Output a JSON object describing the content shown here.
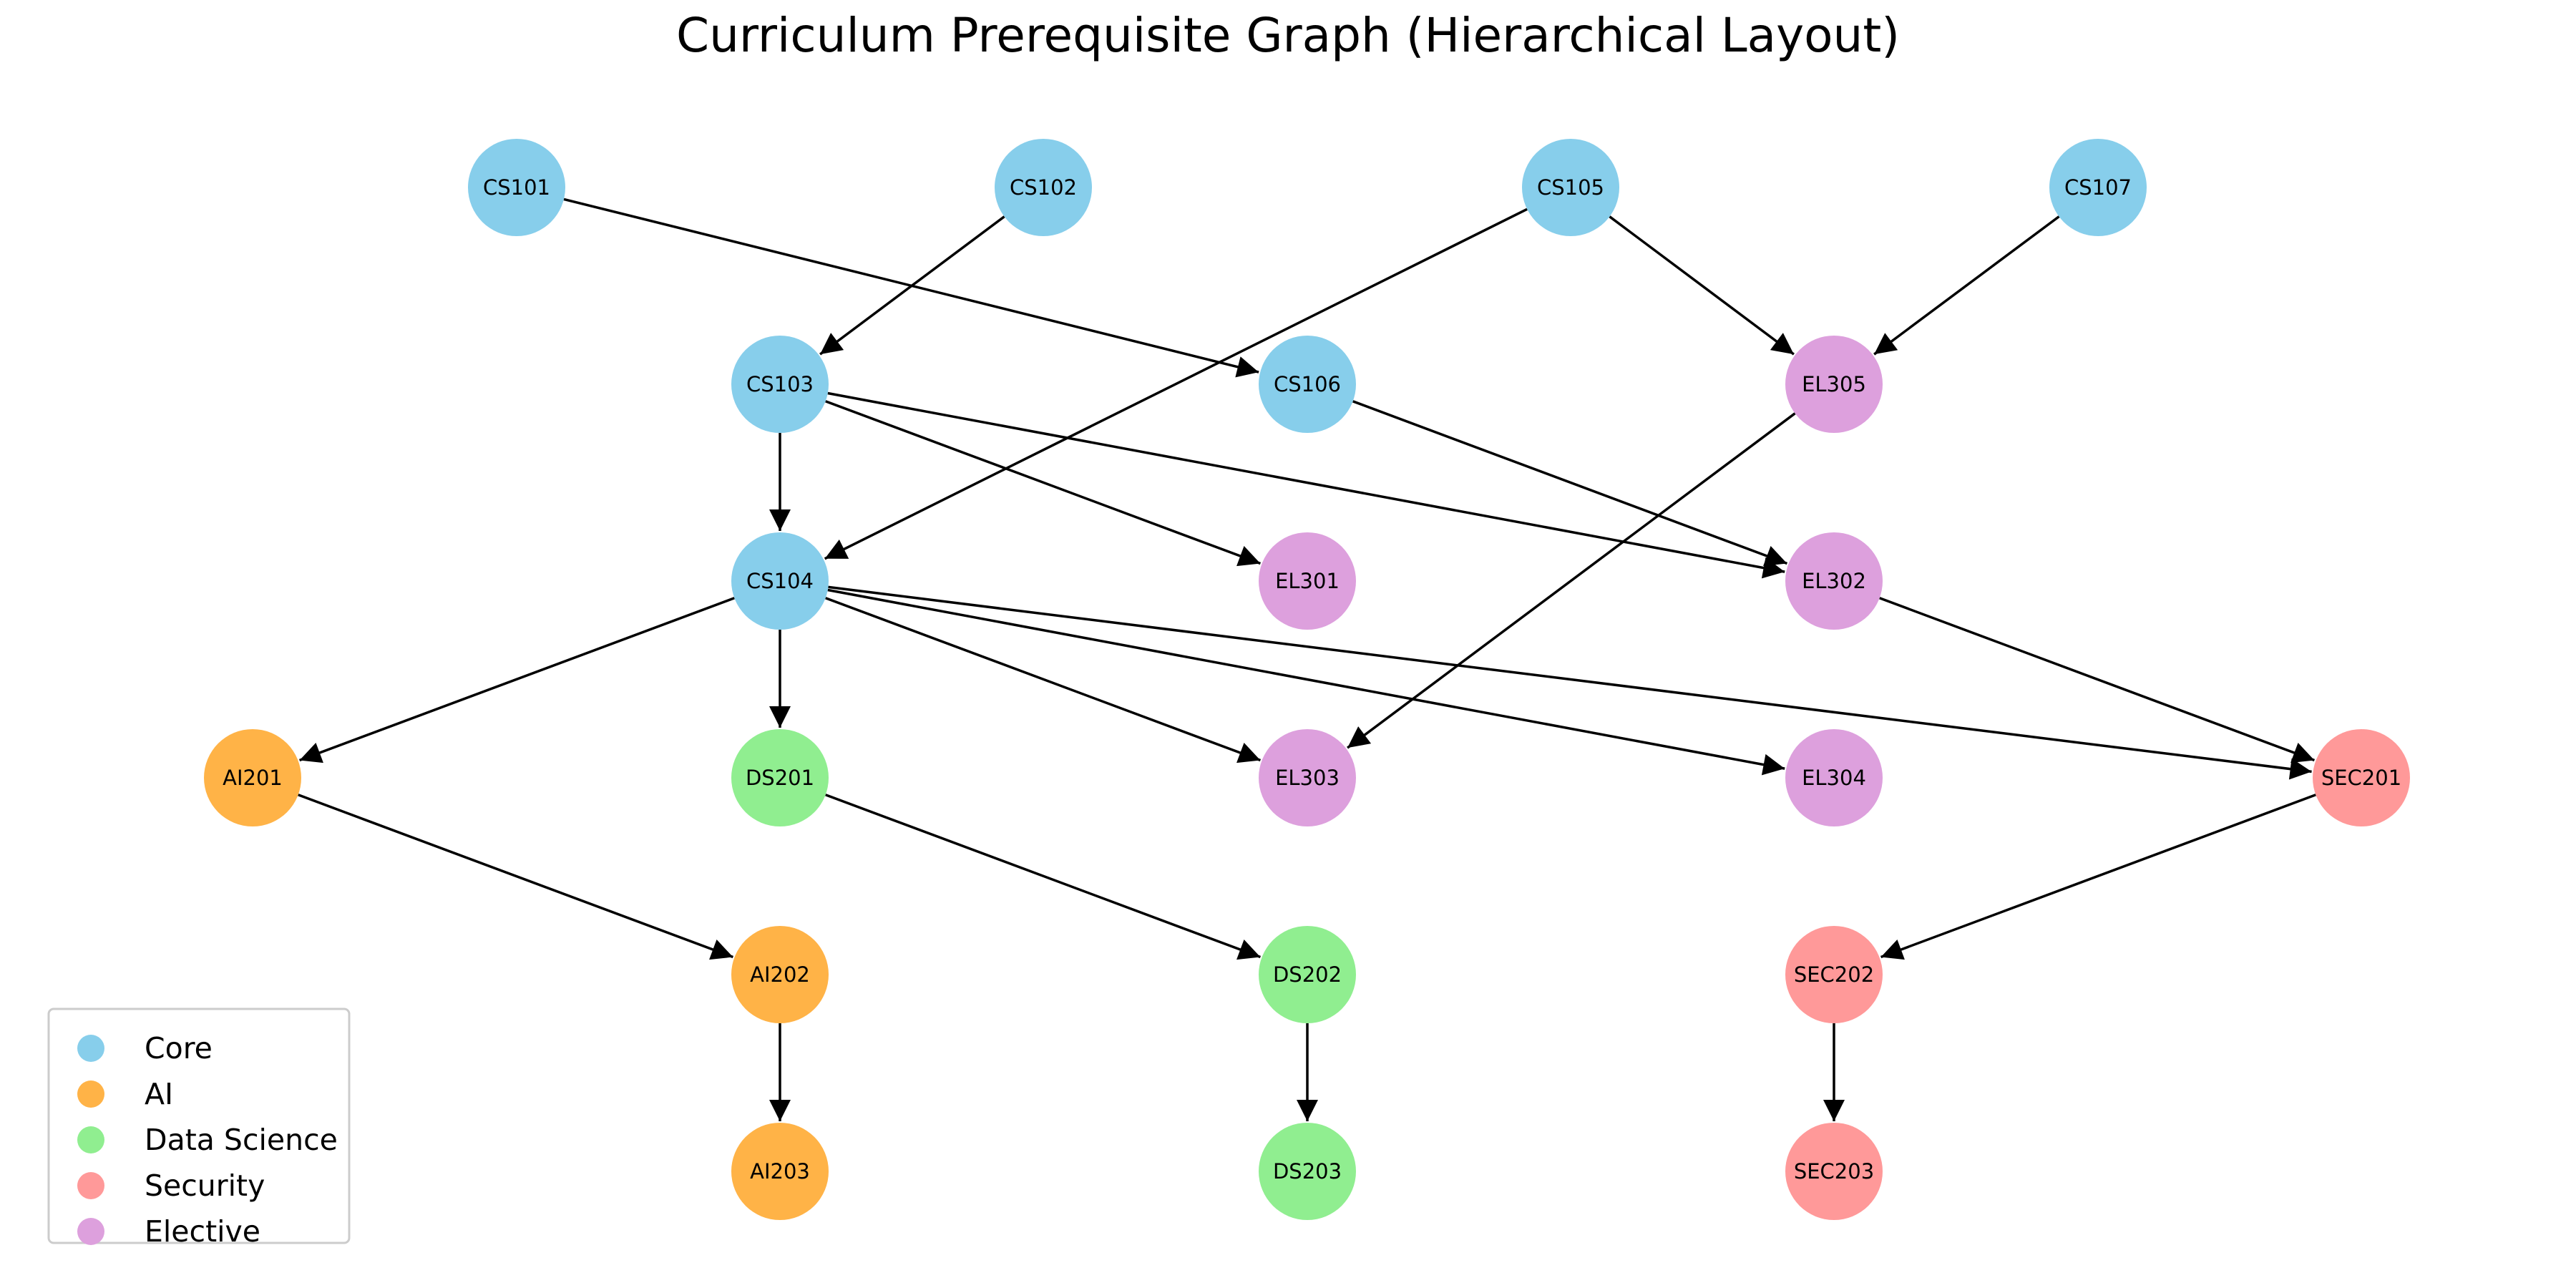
{
  "title": "Curriculum Prerequisite Graph (Hierarchical Layout)",
  "categories": [
    {
      "key": "core",
      "label": "Core",
      "color": "#87ceeb"
    },
    {
      "key": "ai",
      "label": "AI",
      "color": "#ffb347"
    },
    {
      "key": "ds",
      "label": "Data Science",
      "color": "#90ee90"
    },
    {
      "key": "sec",
      "label": "Security",
      "color": "#ff9999"
    },
    {
      "key": "el",
      "label": "Elective",
      "color": "#dda0dd"
    }
  ],
  "nodes": [
    {
      "id": "CS101",
      "category": "core"
    },
    {
      "id": "CS102",
      "category": "core"
    },
    {
      "id": "CS105",
      "category": "core"
    },
    {
      "id": "CS107",
      "category": "core"
    },
    {
      "id": "CS103",
      "category": "core"
    },
    {
      "id": "CS106",
      "category": "core"
    },
    {
      "id": "EL305",
      "category": "el"
    },
    {
      "id": "CS104",
      "category": "core"
    },
    {
      "id": "EL301",
      "category": "el"
    },
    {
      "id": "EL302",
      "category": "el"
    },
    {
      "id": "AI201",
      "category": "ai"
    },
    {
      "id": "DS201",
      "category": "ds"
    },
    {
      "id": "EL303",
      "category": "el"
    },
    {
      "id": "EL304",
      "category": "el"
    },
    {
      "id": "SEC201",
      "category": "sec"
    },
    {
      "id": "AI202",
      "category": "ai"
    },
    {
      "id": "DS202",
      "category": "ds"
    },
    {
      "id": "SEC202",
      "category": "sec"
    },
    {
      "id": "AI203",
      "category": "ai"
    },
    {
      "id": "DS203",
      "category": "ds"
    },
    {
      "id": "SEC203",
      "category": "sec"
    }
  ],
  "edges": [
    [
      "CS101",
      "CS106"
    ],
    [
      "CS102",
      "CS103"
    ],
    [
      "CS105",
      "CS104"
    ],
    [
      "CS105",
      "EL305"
    ],
    [
      "CS107",
      "EL305"
    ],
    [
      "CS103",
      "CS104"
    ],
    [
      "CS103",
      "EL301"
    ],
    [
      "CS103",
      "EL302"
    ],
    [
      "CS106",
      "EL302"
    ],
    [
      "EL305",
      "EL303"
    ],
    [
      "CS104",
      "AI201"
    ],
    [
      "CS104",
      "DS201"
    ],
    [
      "CS104",
      "EL303"
    ],
    [
      "CS104",
      "EL304"
    ],
    [
      "CS104",
      "SEC201"
    ],
    [
      "EL302",
      "SEC201"
    ],
    [
      "AI201",
      "AI202"
    ],
    [
      "DS201",
      "DS202"
    ],
    [
      "SEC201",
      "SEC202"
    ],
    [
      "AI202",
      "AI203"
    ],
    [
      "DS202",
      "DS203"
    ],
    [
      "SEC202",
      "SEC203"
    ]
  ]
}
